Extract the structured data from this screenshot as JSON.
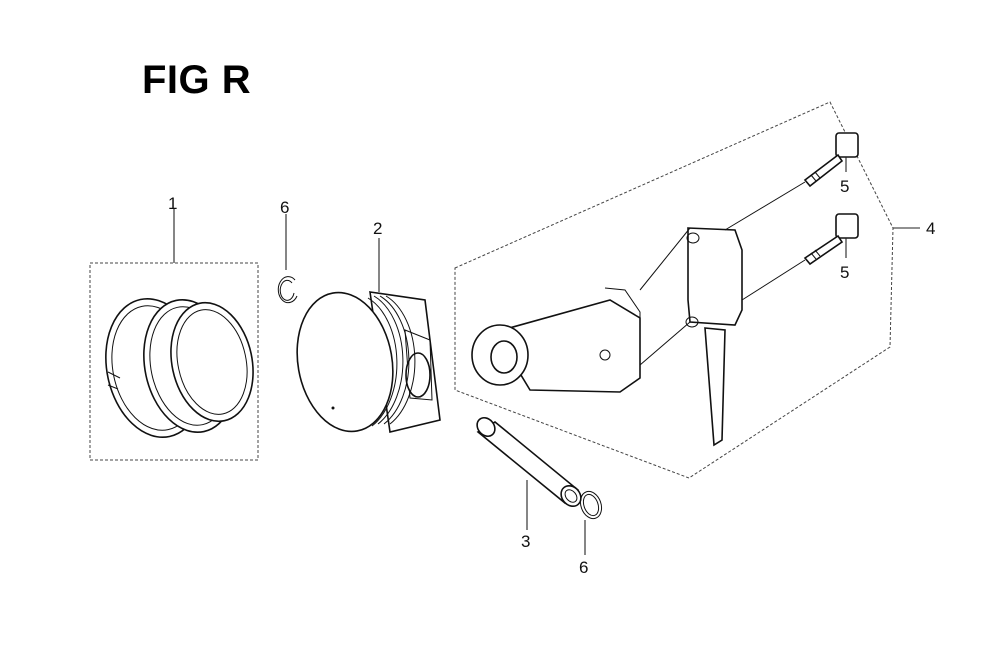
{
  "figure": {
    "title": "FIG R"
  },
  "callouts": [
    {
      "id": "c1",
      "label": "1"
    },
    {
      "id": "c2",
      "label": "2"
    },
    {
      "id": "c3",
      "label": "3"
    },
    {
      "id": "c4",
      "label": "4"
    },
    {
      "id": "c5a",
      "label": "5"
    },
    {
      "id": "c5b",
      "label": "5"
    },
    {
      "id": "c6a",
      "label": "6"
    },
    {
      "id": "c6b",
      "label": "6"
    }
  ]
}
